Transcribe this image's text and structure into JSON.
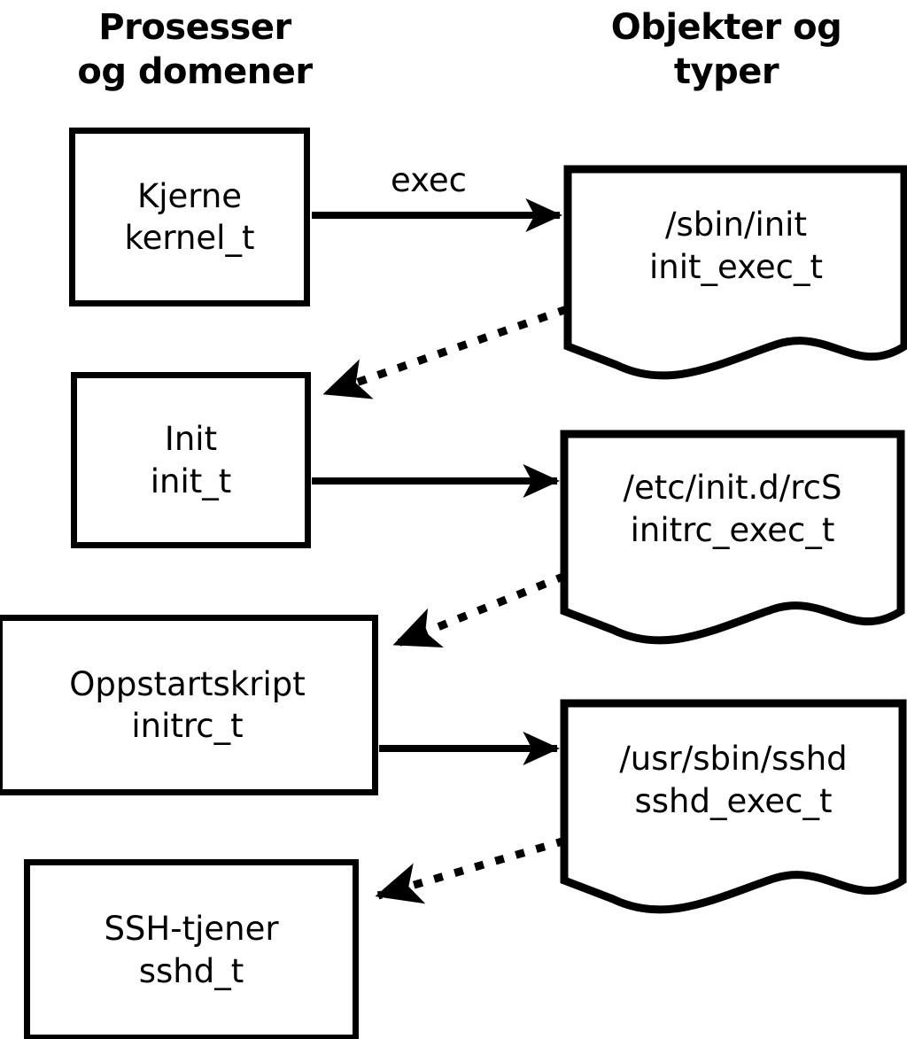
{
  "diagram": {
    "title_left": "Prosesser\nog domener",
    "title_right": "Objekter og\ntyper",
    "stroke_color": "#000000",
    "background_color": "#ffffff"
  },
  "processes": [
    {
      "id": "kernel",
      "name": "Kjerne",
      "type": "kernel_t"
    },
    {
      "id": "init",
      "name": "Init",
      "type": "init_t"
    },
    {
      "id": "initrc",
      "name": "Oppstartskript",
      "type": "initrc_t"
    },
    {
      "id": "sshd",
      "name": "SSH-tjener",
      "type": "sshd_t"
    }
  ],
  "objects": [
    {
      "id": "init_exec",
      "path": "/sbin/init",
      "type": "init_exec_t"
    },
    {
      "id": "initrc_exec",
      "path": "/etc/init.d/rcS",
      "type": "initrc_exec_t"
    },
    {
      "id": "sshd_exec",
      "path": "/usr/sbin/sshd",
      "type": "sshd_exec_t"
    }
  ],
  "edges": [
    {
      "id": "e1",
      "from": "kernel",
      "to": "init_exec",
      "style": "solid",
      "label": "exec"
    },
    {
      "id": "e2",
      "from": "init_exec",
      "to": "init",
      "style": "dotted",
      "label": ""
    },
    {
      "id": "e3",
      "from": "init",
      "to": "initrc_exec",
      "style": "solid",
      "label": ""
    },
    {
      "id": "e4",
      "from": "initrc_exec",
      "to": "initrc",
      "style": "dotted",
      "label": ""
    },
    {
      "id": "e5",
      "from": "initrc",
      "to": "sshd_exec",
      "style": "solid",
      "label": ""
    },
    {
      "id": "e6",
      "from": "sshd_exec",
      "to": "sshd",
      "style": "dotted",
      "label": ""
    }
  ]
}
